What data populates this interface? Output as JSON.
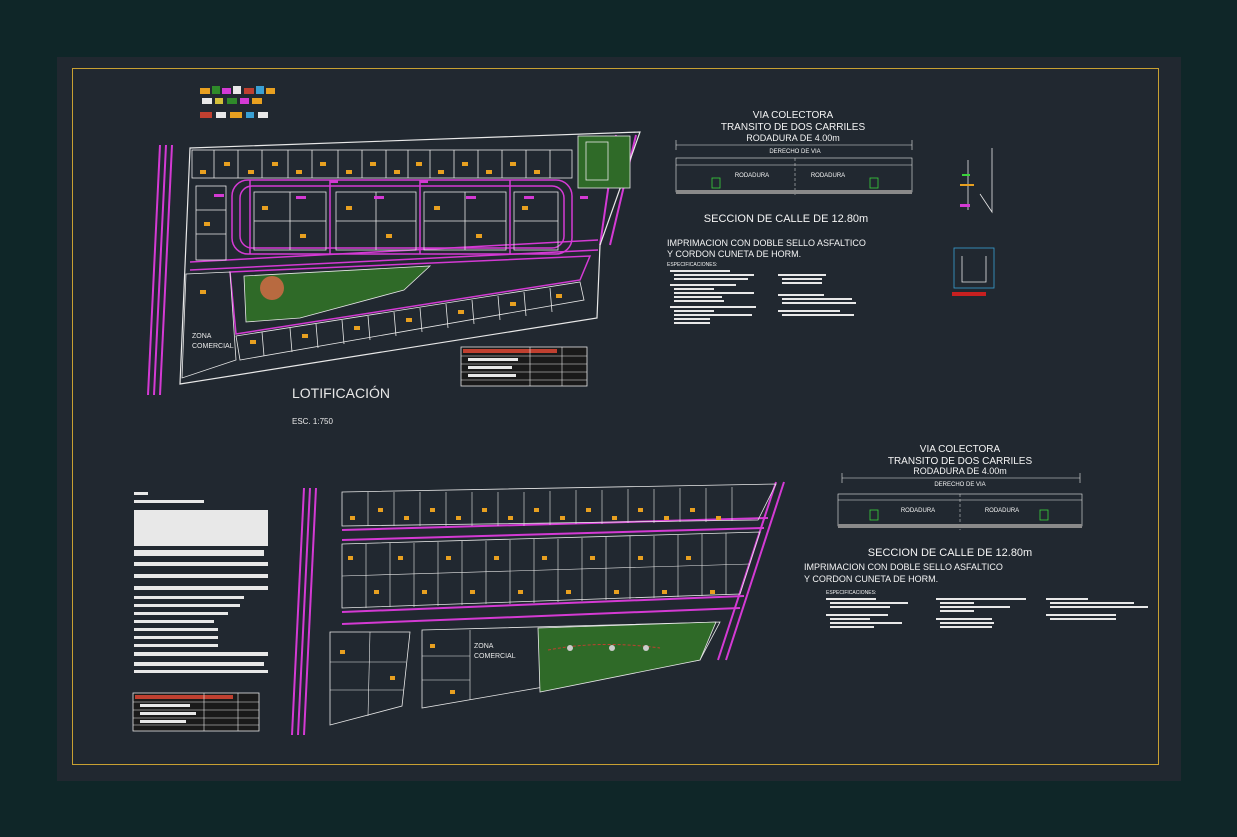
{
  "plan_top": {
    "title": "LOTIFICACIÓN",
    "scale": "ESC. 1:750",
    "zone_label_1": "ZONA",
    "zone_label_2": "COMERCIAL"
  },
  "plan_bottom": {
    "zone_label_1": "ZONA",
    "zone_label_2": "COMERCIAL"
  },
  "section_top": {
    "line1": "VIA COLECTORA",
    "line2": "TRANSITO DE DOS CARRILES",
    "line3": "RODADURA DE 4.00m",
    "derecho": "DERECHO DE VIA",
    "rodadura_a": "RODADURA",
    "rodadura_b": "RODADURA",
    "section_title": "SECCION DE CALLE DE 12.80m",
    "note1": "IMPRIMACION CON DOBLE SELLO ASFALTICO",
    "note2": "Y CORDON CUNETA DE HORM.",
    "specs_header": "ESPECIFICACIONES:"
  },
  "section_bottom": {
    "line1": "VIA COLECTORA",
    "line2": "TRANSITO DE DOS CARRILES",
    "line3": "RODADURA DE 4.00m",
    "derecho": "DERECHO DE VIA",
    "rodadura_a": "RODADURA",
    "rodadura_b": "RODADURA",
    "section_title": "SECCION DE CALLE DE 12.80m",
    "note1": "IMPRIMACION CON DOBLE SELLO ASFALTICO",
    "note2": "Y CORDON CUNETA DE HORM.",
    "specs_header": "ESPECIFICACIONES:"
  },
  "colors": {
    "background": "#0f2628",
    "sheet": "#212830",
    "frame": "#c8a032",
    "line": "#e8e8e8",
    "magenta": "#d43ad4",
    "lot_marker": "#e8a020",
    "green": "#2f8a2a"
  }
}
